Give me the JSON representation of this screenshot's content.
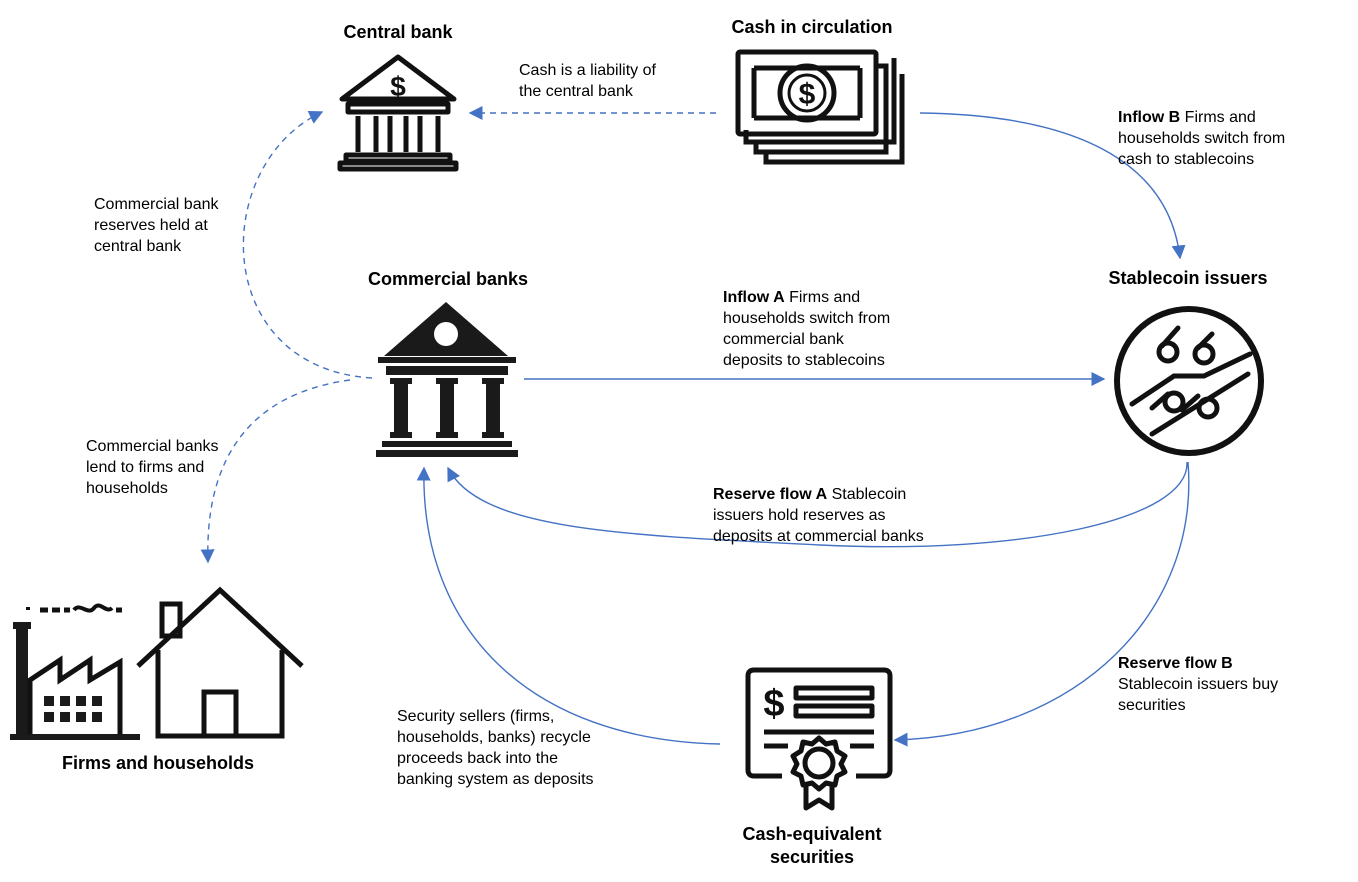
{
  "nodes": {
    "central_bank": "Central bank",
    "cash": "Cash in circulation",
    "commercial_banks": "Commercial banks",
    "stablecoin_issuers": "Stablecoin issuers",
    "firms_households": "Firms and households",
    "securities_line1": "Cash-equivalent",
    "securities_line2": "securities"
  },
  "notes": {
    "cash_liability": [
      "Cash is a liability of",
      "the central bank"
    ],
    "reserves_held": [
      "Commercial bank",
      "reserves held at",
      "central bank"
    ],
    "banks_lend": [
      "Commercial banks",
      "lend to firms and",
      "households"
    ],
    "inflow_a": {
      "bold": "Inflow A",
      "lines": [
        "Firms and",
        "households switch from",
        "commercial bank",
        "deposits to stablecoins"
      ]
    },
    "inflow_b": {
      "bold": "Inflow B",
      "lines": [
        "Firms and",
        "households switch from",
        "cash to stablecoins"
      ]
    },
    "reserve_flow_a": {
      "bold": "Reserve flow A",
      "lines": [
        "Stablecoin",
        "issuers hold reserves as",
        "deposits at commercial banks"
      ]
    },
    "reserve_flow_b": {
      "bold": "Reserve flow B",
      "lines": [
        "Stablecoin issuers buy",
        "securities"
      ]
    },
    "security_sellers": [
      "Security sellers (firms,",
      "households, banks) recycle",
      "proceeds back into the",
      "banking system as deposits"
    ]
  },
  "icons": {
    "central_bank": "bank-dollar-icon",
    "cash": "cash-stack-icon",
    "commercial_banks": "bank-building-icon",
    "stablecoin_issuers": "circuit-coin-icon",
    "firms": "factory-icon",
    "households": "house-icon",
    "securities": "certificate-icon",
    "central_bank_symbol": "$",
    "cash_symbol": "$",
    "securities_symbol": "$"
  },
  "colors": {
    "arrow": "#4472C4",
    "icon": "#111111"
  }
}
